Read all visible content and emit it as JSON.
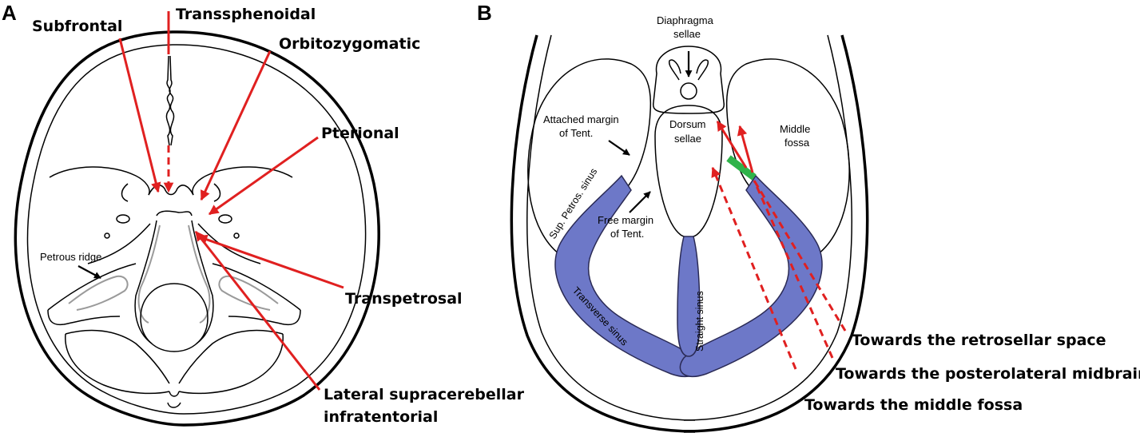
{
  "panels": {
    "a": {
      "letter": "A",
      "approaches": {
        "subfrontal": "Subfrontal",
        "transsphenoidal": "Transsphenoidal",
        "orbitozygomatic": "Orbitozygomatic",
        "pterional": "Pterional",
        "transpetrosal": "Transpetrosal",
        "lateral_supracerebellar_1": "Lateral supracerebellar",
        "lateral_supracerebellar_2": "infratentorial"
      },
      "petrous_ridge": "Petrous ridge"
    },
    "b": {
      "letter": "B",
      "diaphragma_1": "Diaphragma",
      "diaphragma_2": "sellae",
      "attached_margin_1": "Attached margin",
      "attached_margin_2": "of Tent.",
      "dorsum_1": "Dorsum",
      "dorsum_2": "sellae",
      "middle_fossa_1": "Middle",
      "middle_fossa_2": "fossa",
      "free_margin_1": "Free margin",
      "free_margin_2": "of Tent.",
      "sup_petros_sinus": "Sup. Petros. sinus",
      "transverse_sinus": "Transverse sinus",
      "straight_sinus": "Straight sinus",
      "toward_retrosellar": "Towards the retrosellar space",
      "toward_midbrain": "Towards the posterolateral midbrain",
      "toward_middle_fossa": "Towards the middle fossa"
    }
  },
  "colors": {
    "approach_arrow": "#e02020",
    "sinus_fill": "#6d78c8",
    "entry_marker": "#2fb34a"
  }
}
